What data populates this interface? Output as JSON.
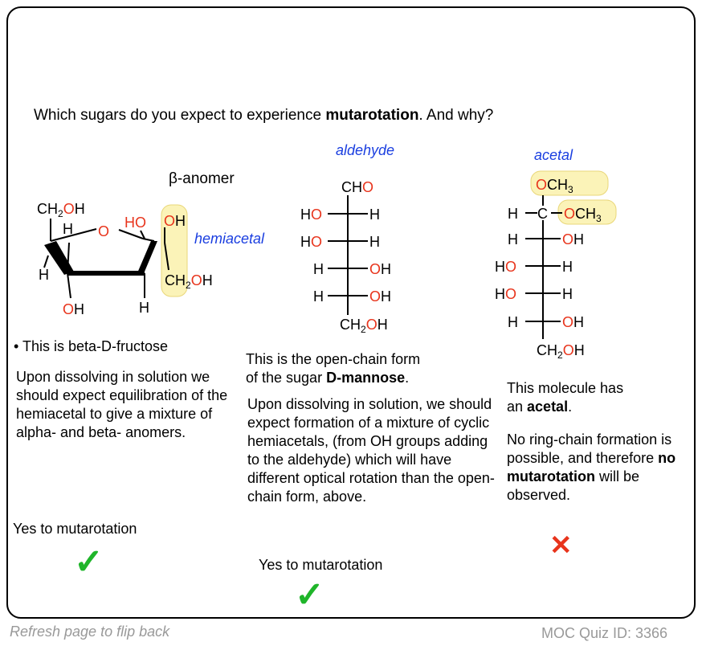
{
  "question": {
    "prefix": "Which sugars do you expect to experience ",
    "bold": "mutarotation",
    "suffix": ". And why?"
  },
  "fructose": {
    "anomer_label": "β-anomer",
    "hemiacetal_label": "hemiacetal",
    "bullet": "• This is beta-D-fructose",
    "paragraph": "Upon dissolving in solution we should expect equilibration of the hemiacetal to give a mixture of alpha- and beta- anomers.",
    "verdict": "Yes to mutarotation",
    "verdict_icon": "check-icon"
  },
  "mannose": {
    "label": "aldehyde",
    "line1": "This is the open-chain form",
    "line2_prefix": "of the sugar ",
    "line2_bold": "D-mannose",
    "line2_suffix": ".",
    "paragraph": "Upon dissolving in solution, we should expect formation of a mixture of cyclic hemiacetals, (from OH groups adding to the aldehyde) which will have different optical rotation than the open-chain form, above.",
    "verdict": "Yes to mutarotation",
    "verdict_icon": "check-icon"
  },
  "acetal_sugar": {
    "label": "acetal",
    "line1": "This molecule has",
    "line2_prefix": "an ",
    "line2_bold": "acetal",
    "line2_suffix": ".",
    "para_a": "No ring-chain formation is possible, and therefore",
    "para_bold": "no mutarotation",
    "para_b": "will be observed.",
    "verdict_icon": "x-mark-icon"
  },
  "footer": {
    "left": "Refresh page to flip back",
    "right": "MOC Quiz ID: 3366"
  },
  "colors": {
    "oxygen": "#e8341c",
    "label_blue": "#1a3ee0",
    "highlight": "#fbf3b8",
    "check": "#1fb52a"
  }
}
